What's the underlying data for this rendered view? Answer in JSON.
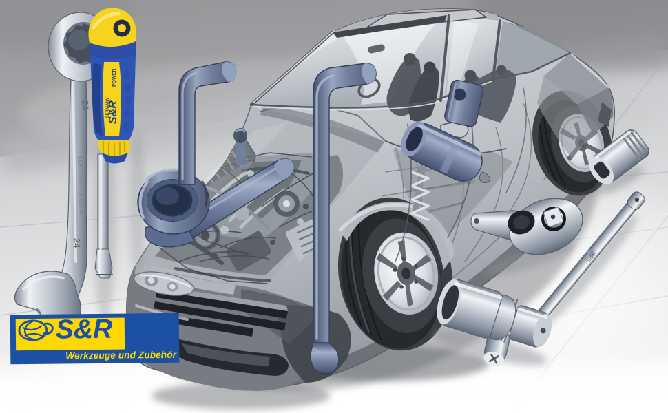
{
  "scene": {
    "description": "Ghosted cutaway sedan illustration surrounded by S&R chrome hand tools on a studio tile floor",
    "background": {
      "wall": "#97979a",
      "floor_light": "#e9eaec",
      "floor_dark": "#c2c3c6",
      "bottom": "#ffffff"
    }
  },
  "brand": {
    "name": "S&R",
    "tagline": "Werkzeuge und Zubehör",
    "logo_blue": "#1c50a2",
    "logo_yellow": "#fdd804"
  },
  "tools": {
    "combination_wrench": {
      "label": "combination wrench",
      "size_marking_upper": "24",
      "size_marking_lower": "24",
      "shaft_engraving": "S&R Chrom-Vanadium"
    },
    "screwdriver": {
      "label": "flat blade screwdriver",
      "handle_brand": "S&R",
      "handle_sub": "POWER",
      "handle_origin": "GERMANY",
      "grip_blue": "#2f55b4",
      "grip_yellow": "#f8d21b"
    },
    "offset_ring_wrench": {
      "label": "offset ring wrench"
    },
    "hook_pry_bar": {
      "label": "hooked pry bar"
    },
    "tire_iron": {
      "label": "L-shaped tire iron"
    },
    "wheel_bolt_socket": {
      "label": "wheel bolt socket with square adapter"
    },
    "hex_socket": {
      "label": "hex socket"
    },
    "ratchet": {
      "label": "ratchet handle"
    },
    "extension_bar": {
      "label": "extension bar",
      "engraving": "S&R"
    },
    "t_handle_socket": {
      "label": "sliding T-handle socket wrench"
    }
  },
  "steel": {
    "chrome_light": "#f3f5f8",
    "chrome_mid": "#aab3bf",
    "chrome_dark": "#667083",
    "blue_steel": "#6e80a2"
  }
}
